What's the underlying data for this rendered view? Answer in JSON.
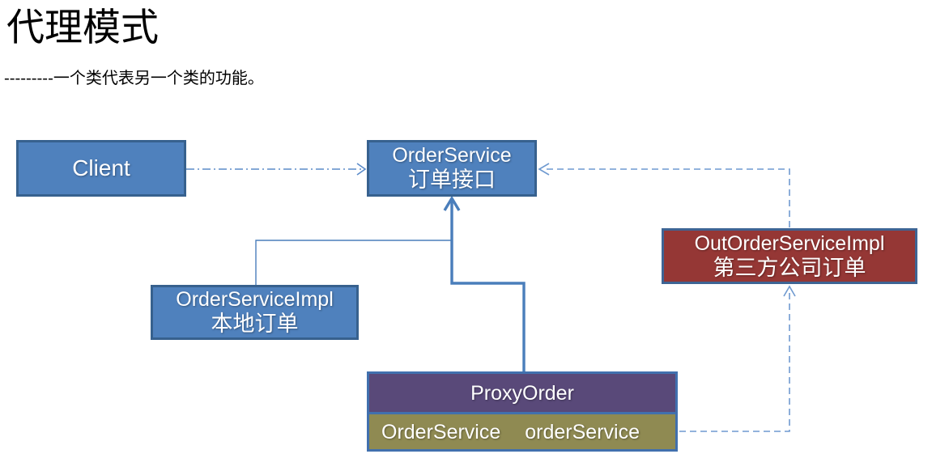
{
  "page": {
    "title": "代理模式",
    "subtitle": "---------一个类代表另一个类的功能。"
  },
  "nodes": {
    "client": {
      "label": "Client"
    },
    "order_service": {
      "label": "OrderService",
      "sublabel": "订单接口"
    },
    "order_service_impl": {
      "label": "OrderServiceImpl",
      "sublabel": "本地订单"
    },
    "out_order_service_impl": {
      "label": "OutOrderServiceImpl",
      "sublabel": "第三方公司订单"
    },
    "proxy_order": {
      "label": "ProxyOrder",
      "field_type": "OrderService",
      "field_name": "orderService"
    }
  },
  "connectors": [
    {
      "name": "client-to-orderservice",
      "from": "client",
      "to": "order_service",
      "line": "dash-dot",
      "arrow": "open"
    },
    {
      "name": "orderserviceimpl-to-orderservice",
      "from": "order_service_impl",
      "to": "order_service",
      "line": "solid-thin",
      "arrow": "none"
    },
    {
      "name": "proxyorder-to-orderservice",
      "from": "proxy_order",
      "to": "order_service",
      "line": "solid-thick",
      "arrow": "chevron"
    },
    {
      "name": "outorderserviceimpl-to-orderservice",
      "from": "out_order_service_impl",
      "to": "order_service",
      "line": "dashed",
      "arrow": "open"
    },
    {
      "name": "proxyorder-to-outorderserviceimpl",
      "from": "proxy_order",
      "to": "out_order_service_impl",
      "line": "dashed",
      "arrow": "open"
    }
  ],
  "colors": {
    "node_blue_fill": "#4F81BD",
    "node_blue_border": "#37618E",
    "node_purple_fill": "#594979",
    "node_olive_fill": "#8F8A52",
    "node_red_fill": "#953735",
    "node_red_border": "#3E6494",
    "proxy_border": "#4170AE",
    "connector_solid": "#4A7EBB",
    "connector_dashed": "#6F9AD0",
    "connector_dashdot": "#5B8BC9",
    "node_text": "#FFFFFF",
    "title_text": "#000000"
  }
}
